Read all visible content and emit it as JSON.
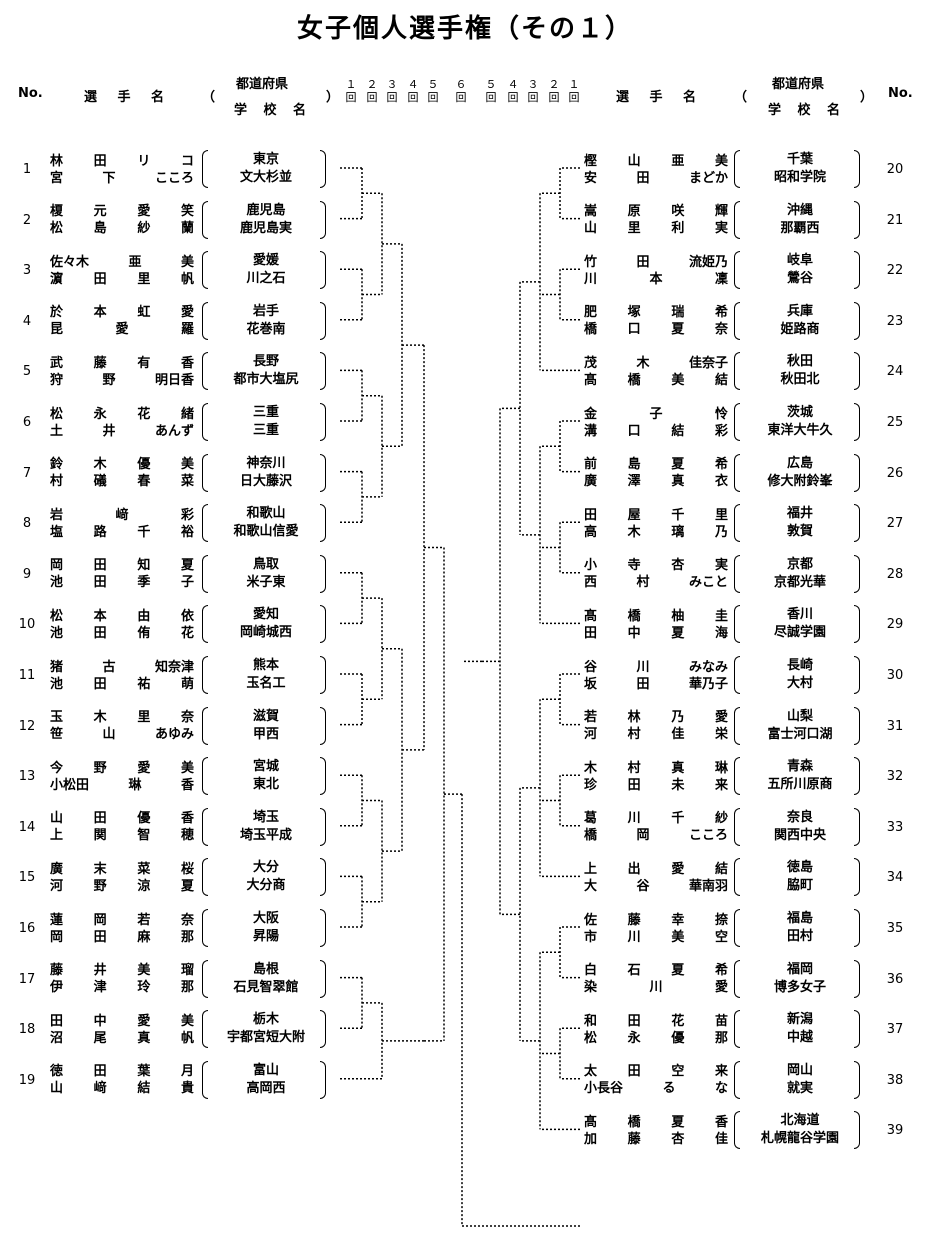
{
  "title": "女子個人選手権（その１）",
  "header": {
    "no": "No.",
    "player": "選 手 名",
    "paren_open": "（",
    "paren_close": "）",
    "pref": "都道府県",
    "school": "学 校 名",
    "rounds_left": [
      "１",
      "２",
      "３",
      "４",
      "５",
      "６"
    ],
    "rounds_right": [
      "５",
      "４",
      "３",
      "２",
      "１"
    ],
    "round_word": "回"
  },
  "left": [
    {
      "no": "1",
      "p1": [
        "林",
        "田",
        "リ",
        "コ"
      ],
      "p2": [
        "宮",
        "下",
        "こころ"
      ],
      "pref": "東京",
      "school": "文大杉並"
    },
    {
      "no": "2",
      "p1": [
        "榎",
        "元",
        "愛",
        "笑"
      ],
      "p2": [
        "松",
        "島",
        "紗",
        "蘭"
      ],
      "pref": "鹿児島",
      "school": "鹿児島実"
    },
    {
      "no": "3",
      "p1": [
        "佐々木",
        "亜",
        "美"
      ],
      "p2": [
        "濵",
        "田",
        "里",
        "帆"
      ],
      "pref": "愛媛",
      "school": "川之石"
    },
    {
      "no": "4",
      "p1": [
        "於",
        "本",
        "虹",
        "愛"
      ],
      "p2": [
        "昆",
        "愛",
        "羅"
      ],
      "pref": "岩手",
      "school": "花巻南"
    },
    {
      "no": "5",
      "p1": [
        "武",
        "藤",
        "有",
        "香"
      ],
      "p2": [
        "狩",
        "野",
        "明日香"
      ],
      "pref": "長野",
      "school": "都市大塩尻"
    },
    {
      "no": "6",
      "p1": [
        "松",
        "永",
        "花",
        "緒"
      ],
      "p2": [
        "土",
        "井",
        "あんず"
      ],
      "pref": "三重",
      "school": "三重"
    },
    {
      "no": "7",
      "p1": [
        "鈴",
        "木",
        "優",
        "美"
      ],
      "p2": [
        "村",
        "礒",
        "春",
        "菜"
      ],
      "pref": "神奈川",
      "school": "日大藤沢"
    },
    {
      "no": "8",
      "p1": [
        "岩",
        "﨑",
        "彩"
      ],
      "p2": [
        "塩",
        "路",
        "千",
        "裕"
      ],
      "pref": "和歌山",
      "school": "和歌山信愛"
    },
    {
      "no": "9",
      "p1": [
        "岡",
        "田",
        "知",
        "夏"
      ],
      "p2": [
        "池",
        "田",
        "季",
        "子"
      ],
      "pref": "鳥取",
      "school": "米子東"
    },
    {
      "no": "10",
      "p1": [
        "松",
        "本",
        "由",
        "依"
      ],
      "p2": [
        "池",
        "田",
        "侑",
        "花"
      ],
      "pref": "愛知",
      "school": "岡崎城西"
    },
    {
      "no": "11",
      "p1": [
        "猪",
        "古",
        "知奈津"
      ],
      "p2": [
        "池",
        "田",
        "祐",
        "萌"
      ],
      "pref": "熊本",
      "school": "玉名工"
    },
    {
      "no": "12",
      "p1": [
        "玉",
        "木",
        "里",
        "奈"
      ],
      "p2": [
        "笹",
        "山",
        "あゆみ"
      ],
      "pref": "滋賀",
      "school": "甲西"
    },
    {
      "no": "13",
      "p1": [
        "今",
        "野",
        "愛",
        "美"
      ],
      "p2": [
        "小松田",
        "琳",
        "香"
      ],
      "pref": "宮城",
      "school": "東北"
    },
    {
      "no": "14",
      "p1": [
        "山",
        "田",
        "優",
        "香"
      ],
      "p2": [
        "上",
        "関",
        "智",
        "穂"
      ],
      "pref": "埼玉",
      "school": "埼玉平成"
    },
    {
      "no": "15",
      "p1": [
        "廣",
        "末",
        "菜",
        "桜"
      ],
      "p2": [
        "河",
        "野",
        "涼",
        "夏"
      ],
      "pref": "大分",
      "school": "大分商"
    },
    {
      "no": "16",
      "p1": [
        "蓮",
        "岡",
        "若",
        "奈"
      ],
      "p2": [
        "岡",
        "田",
        "麻",
        "那"
      ],
      "pref": "大阪",
      "school": "昇陽"
    },
    {
      "no": "17",
      "p1": [
        "藤",
        "井",
        "美",
        "瑠"
      ],
      "p2": [
        "伊",
        "津",
        "玲",
        "那"
      ],
      "pref": "島根",
      "school": "石見智翠館"
    },
    {
      "no": "18",
      "p1": [
        "田",
        "中",
        "愛",
        "美"
      ],
      "p2": [
        "沼",
        "尾",
        "真",
        "帆"
      ],
      "pref": "栃木",
      "school": "宇都宮短大附"
    },
    {
      "no": "19",
      "p1": [
        "徳",
        "田",
        "葉",
        "月"
      ],
      "p2": [
        "山",
        "﨑",
        "結",
        "貴"
      ],
      "pref": "富山",
      "school": "高岡西"
    }
  ],
  "right": [
    {
      "no": "20",
      "p1": [
        "樫",
        "山",
        "亜",
        "美"
      ],
      "p2": [
        "安",
        "田",
        "まどか"
      ],
      "pref": "千葉",
      "school": "昭和学院"
    },
    {
      "no": "21",
      "p1": [
        "嵩",
        "原",
        "咲",
        "輝"
      ],
      "p2": [
        "山",
        "里",
        "利",
        "実"
      ],
      "pref": "沖縄",
      "school": "那覇西"
    },
    {
      "no": "22",
      "p1": [
        "竹",
        "田",
        "流姫乃"
      ],
      "p2": [
        "川",
        "本",
        "凜"
      ],
      "pref": "岐阜",
      "school": "鶯谷"
    },
    {
      "no": "23",
      "p1": [
        "肥",
        "塚",
        "瑞",
        "希"
      ],
      "p2": [
        "橋",
        "口",
        "夏",
        "奈"
      ],
      "pref": "兵庫",
      "school": "姫路商"
    },
    {
      "no": "24",
      "p1": [
        "茂",
        "木",
        "佳奈子"
      ],
      "p2": [
        "髙",
        "橋",
        "美",
        "結"
      ],
      "pref": "秋田",
      "school": "秋田北"
    },
    {
      "no": "25",
      "p1": [
        "金",
        "子",
        "怜"
      ],
      "p2": [
        "溝",
        "口",
        "結",
        "彩"
      ],
      "pref": "茨城",
      "school": "東洋大牛久"
    },
    {
      "no": "26",
      "p1": [
        "前",
        "島",
        "夏",
        "希"
      ],
      "p2": [
        "廣",
        "澤",
        "真",
        "衣"
      ],
      "pref": "広島",
      "school": "修大附鈴峯"
    },
    {
      "no": "27",
      "p1": [
        "田",
        "屋",
        "千",
        "里"
      ],
      "p2": [
        "高",
        "木",
        "璃",
        "乃"
      ],
      "pref": "福井",
      "school": "敦賀"
    },
    {
      "no": "28",
      "p1": [
        "小",
        "寺",
        "杏",
        "実"
      ],
      "p2": [
        "西",
        "村",
        "みこと"
      ],
      "pref": "京都",
      "school": "京都光華"
    },
    {
      "no": "29",
      "p1": [
        "髙",
        "橋",
        "柚",
        "圭"
      ],
      "p2": [
        "田",
        "中",
        "夏",
        "海"
      ],
      "pref": "香川",
      "school": "尽誠学園"
    },
    {
      "no": "30",
      "p1": [
        "谷",
        "川",
        "みなみ"
      ],
      "p2": [
        "坂",
        "田",
        "華乃子"
      ],
      "pref": "長崎",
      "school": "大村"
    },
    {
      "no": "31",
      "p1": [
        "若",
        "林",
        "乃",
        "愛"
      ],
      "p2": [
        "河",
        "村",
        "佳",
        "栄"
      ],
      "pref": "山梨",
      "school": "富士河口湖"
    },
    {
      "no": "32",
      "p1": [
        "木",
        "村",
        "真",
        "琳"
      ],
      "p2": [
        "珍",
        "田",
        "未",
        "来"
      ],
      "pref": "青森",
      "school": "五所川原商"
    },
    {
      "no": "33",
      "p1": [
        "葛",
        "川",
        "千",
        "紗"
      ],
      "p2": [
        "橋",
        "岡",
        "こころ"
      ],
      "pref": "奈良",
      "school": "関西中央"
    },
    {
      "no": "34",
      "p1": [
        "上",
        "出",
        "愛",
        "結"
      ],
      "p2": [
        "大",
        "谷",
        "華南羽"
      ],
      "pref": "徳島",
      "school": "脇町"
    },
    {
      "no": "35",
      "p1": [
        "佐",
        "藤",
        "幸",
        "捺"
      ],
      "p2": [
        "市",
        "川",
        "美",
        "空"
      ],
      "pref": "福島",
      "school": "田村"
    },
    {
      "no": "36",
      "p1": [
        "白",
        "石",
        "夏",
        "希"
      ],
      "p2": [
        "染",
        "川",
        "愛"
      ],
      "pref": "福岡",
      "school": "博多女子"
    },
    {
      "no": "37",
      "p1": [
        "和",
        "田",
        "花",
        "苗"
      ],
      "p2": [
        "松",
        "永",
        "優",
        "那"
      ],
      "pref": "新潟",
      "school": "中越"
    },
    {
      "no": "38",
      "p1": [
        "太",
        "田",
        "空",
        "来"
      ],
      "p2": [
        "小長谷",
        "る",
        "な"
      ],
      "pref": "岡山",
      "school": "就実"
    },
    {
      "no": "39",
      "p1": [
        "髙",
        "橋",
        "夏",
        "香"
      ],
      "p2": [
        "加",
        "藤",
        "杏",
        "佳"
      ],
      "pref": "北海道",
      "school": "札幌龍谷学園"
    }
  ]
}
